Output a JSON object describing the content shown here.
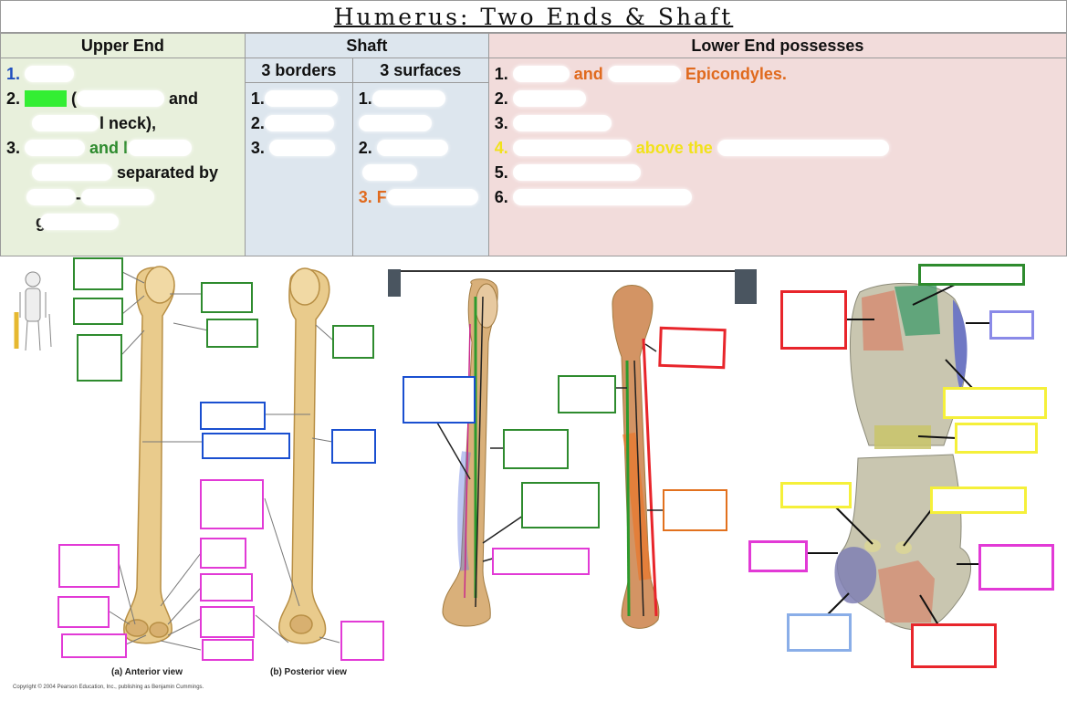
{
  "title": "Humerus: Two Ends & Shaft",
  "table": {
    "upper_end": {
      "header": "Upper End",
      "items": [
        "1.",
        "2.",
        "and",
        "l neck),",
        "3.",
        "and l",
        "separated by",
        "-",
        "g"
      ]
    },
    "shaft": {
      "header": "Shaft",
      "borders_header": "3 borders",
      "surfaces_header": "3 surfaces",
      "borders": [
        "1.",
        "2.",
        "3."
      ],
      "surfaces": [
        "1.",
        "2.",
        "3. F"
      ]
    },
    "lower_end": {
      "header": "Lower End possesses",
      "items": [
        "1.",
        "and",
        "Epicondyles.",
        "2.",
        "3.",
        "4.",
        "above the",
        "5.",
        "6."
      ]
    }
  },
  "figure": {
    "caption_anterior": "(a) Anterior view",
    "caption_posterior": "(b) Posterior view",
    "copyright": "Copyright © 2004 Pearson Education, Inc., publishing as Benjamin Cummings."
  },
  "colors": {
    "label_green": "#2e8b2e",
    "label_blue": "#1a4fd0",
    "label_magenta": "#e23ad6",
    "label_red": "#e8252b",
    "label_yellow": "#f5f03a",
    "label_orange": "#e2711e",
    "label_lightblue": "#8a8ae8"
  }
}
